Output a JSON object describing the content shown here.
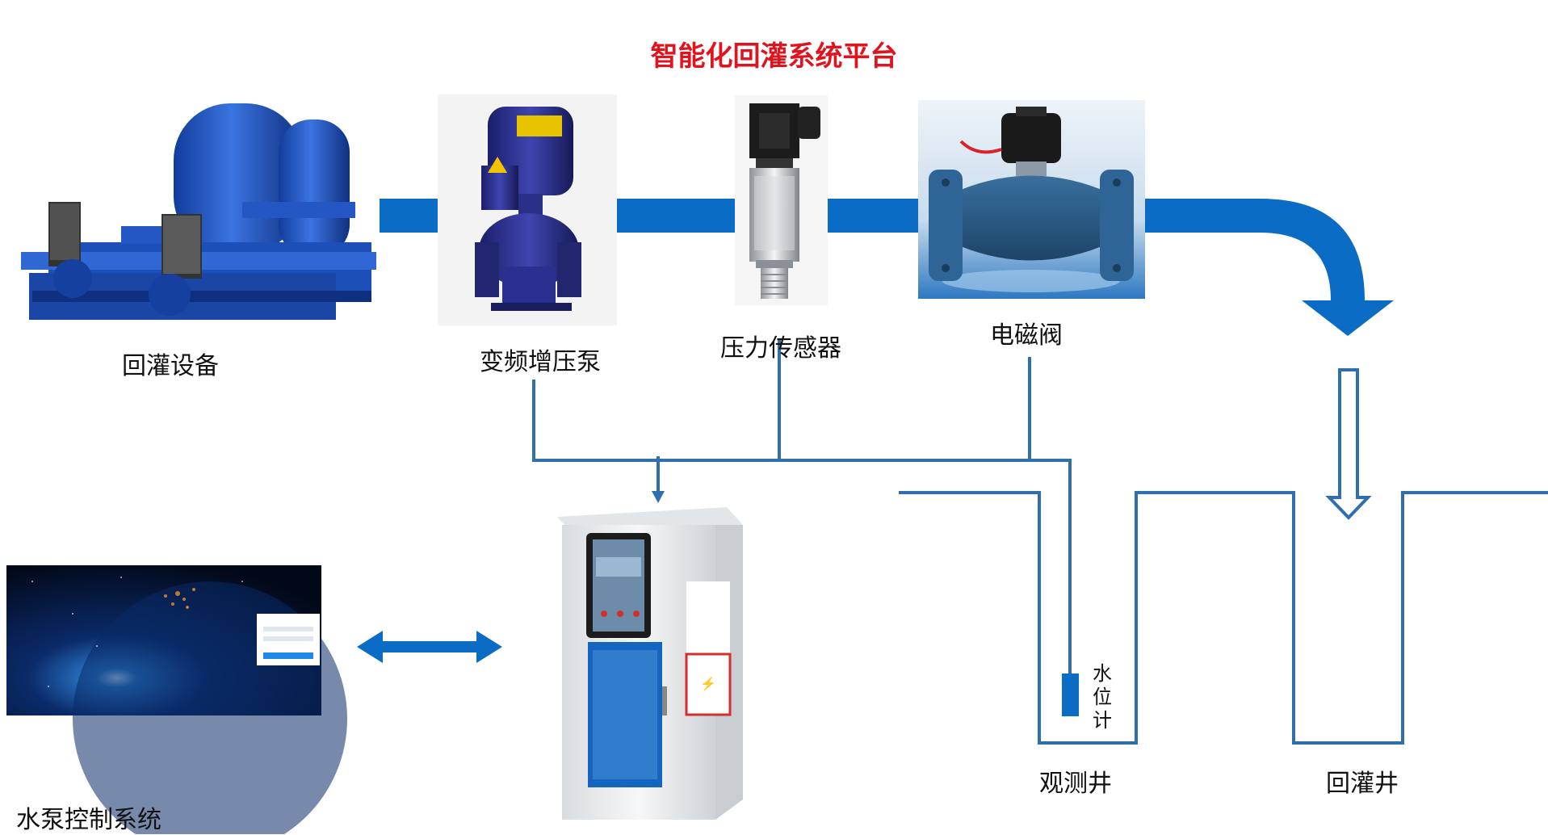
{
  "title": "智能化回灌系统平台",
  "labels": {
    "equipment": "回灌设备",
    "pump": "变频增压泵",
    "sensor": "压力传感器",
    "valve": "电磁阀",
    "control_system": "水泵控制系统",
    "observation_well": "观测井",
    "recharge_well": "回灌井",
    "water_meter": [
      "水",
      "位",
      "计"
    ]
  },
  "colors": {
    "title": "#e0141e",
    "pipe": "#0a6cc4",
    "wire": "#2f6fae",
    "well_line": "#2f6fae"
  }
}
